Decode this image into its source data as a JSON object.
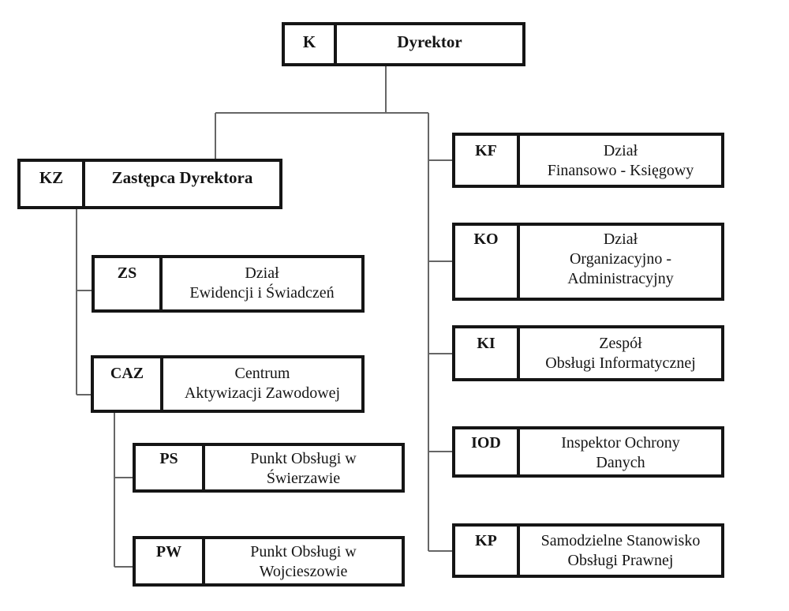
{
  "diagram": {
    "type": "org-chart",
    "language": "pl",
    "colors": {
      "background": "#ffffff",
      "box_border": "#151515",
      "text": "#151515",
      "connector_line": "#666666"
    },
    "nodes": [
      {
        "id": "k",
        "code": "K",
        "label": "Dyrektor",
        "label_lines": [
          "Dyrektor"
        ]
      },
      {
        "id": "kz",
        "code": "KZ",
        "label": "Zastępca Dyrektora",
        "label_lines": [
          "Zastępca Dyrektora"
        ]
      },
      {
        "id": "zs",
        "code": "ZS",
        "label": "Dział Ewidencji i Świadczeń",
        "label_lines": [
          "Dział",
          "Ewidencji i Świadczeń"
        ]
      },
      {
        "id": "caz",
        "code": "CAZ",
        "label": "Centrum Aktywizacji Zawodowej",
        "label_lines": [
          "Centrum",
          "Aktywizacji Zawodowej"
        ]
      },
      {
        "id": "ps",
        "code": "PS",
        "label": "Punkt Obsługi w Świerzawie",
        "label_lines": [
          "Punkt Obsługi w",
          "Świerzawie"
        ]
      },
      {
        "id": "pw",
        "code": "PW",
        "label": "Punkt Obsługi w Wojcieszowie",
        "label_lines": [
          "Punkt Obsługi w",
          "Wojcieszowie"
        ]
      },
      {
        "id": "kf",
        "code": "KF",
        "label": "Dział Finansowo - Księgowy",
        "label_lines": [
          "Dział",
          "Finansowo - Księgowy"
        ]
      },
      {
        "id": "ko",
        "code": "KO",
        "label": "Dział Organizacyjno - Administracyjny",
        "label_lines": [
          "Dział",
          "Organizacyjno -",
          "Administracyjny"
        ]
      },
      {
        "id": "ki",
        "code": "KI",
        "label": "Zespół Obsługi Informatycznej",
        "label_lines": [
          "Zespół",
          "Obsługi Informatycznej"
        ]
      },
      {
        "id": "iod",
        "code": "IOD",
        "label": "Inspektor Ochrony Danych",
        "label_lines": [
          "Inspektor Ochrony",
          "Danych"
        ]
      },
      {
        "id": "kp",
        "code": "KP",
        "label": "Samodzielne Stanowisko Obsługi Prawnej",
        "label_lines": [
          "Samodzielne Stanowisko",
          "Obsługi Prawnej"
        ]
      }
    ],
    "edges": [
      {
        "from": "k",
        "to": "kz"
      },
      {
        "from": "k",
        "to": "kf"
      },
      {
        "from": "k",
        "to": "ko"
      },
      {
        "from": "k",
        "to": "ki"
      },
      {
        "from": "k",
        "to": "iod"
      },
      {
        "from": "k",
        "to": "kp"
      },
      {
        "from": "kz",
        "to": "zs"
      },
      {
        "from": "kz",
        "to": "caz"
      },
      {
        "from": "caz",
        "to": "ps"
      },
      {
        "from": "caz",
        "to": "pw"
      }
    ]
  }
}
